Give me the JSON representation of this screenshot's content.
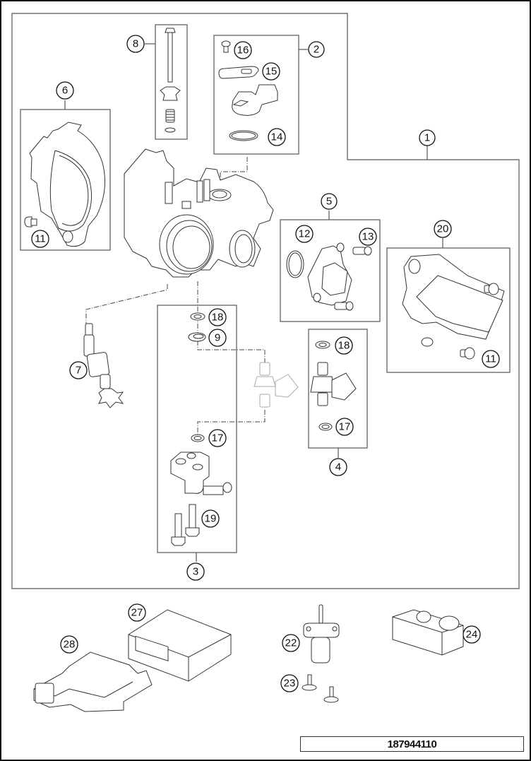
{
  "diagram": {
    "type": "exploded-parts-diagram",
    "subject": "throttle body and engine control components",
    "reference_number": "187944110",
    "callouts": [
      {
        "id": "1",
        "label": "1"
      },
      {
        "id": "2",
        "label": "2"
      },
      {
        "id": "3",
        "label": "3"
      },
      {
        "id": "4",
        "label": "4"
      },
      {
        "id": "5",
        "label": "5"
      },
      {
        "id": "6",
        "label": "6"
      },
      {
        "id": "7",
        "label": "7"
      },
      {
        "id": "8",
        "label": "8"
      },
      {
        "id": "9",
        "label": "9"
      },
      {
        "id": "11a",
        "label": "11"
      },
      {
        "id": "11b",
        "label": "11"
      },
      {
        "id": "12",
        "label": "12"
      },
      {
        "id": "13",
        "label": "13"
      },
      {
        "id": "14",
        "label": "14"
      },
      {
        "id": "15",
        "label": "15"
      },
      {
        "id": "16",
        "label": "16"
      },
      {
        "id": "17a",
        "label": "17"
      },
      {
        "id": "17b",
        "label": "17"
      },
      {
        "id": "18a",
        "label": "18"
      },
      {
        "id": "18b",
        "label": "18"
      },
      {
        "id": "19",
        "label": "19"
      },
      {
        "id": "20",
        "label": "20"
      },
      {
        "id": "22",
        "label": "22"
      },
      {
        "id": "23",
        "label": "23"
      },
      {
        "id": "24",
        "label": "24"
      },
      {
        "id": "27",
        "label": "27"
      },
      {
        "id": "28",
        "label": "28"
      }
    ],
    "groups": [
      {
        "callout": "1",
        "contains": [
          "2",
          "3",
          "5",
          "6",
          "8",
          "20",
          "throttle-body"
        ]
      },
      {
        "callout": "2",
        "contains": [
          "14",
          "15",
          "16"
        ]
      },
      {
        "callout": "3",
        "contains": [
          "9",
          "17",
          "18",
          "19"
        ]
      },
      {
        "callout": "4",
        "contains": [
          "17",
          "18"
        ]
      },
      {
        "callout": "5",
        "contains": [
          "12",
          "13"
        ]
      },
      {
        "callout": "6",
        "contains": [
          "11"
        ]
      },
      {
        "callout": "20",
        "contains": [
          "11"
        ]
      }
    ]
  }
}
